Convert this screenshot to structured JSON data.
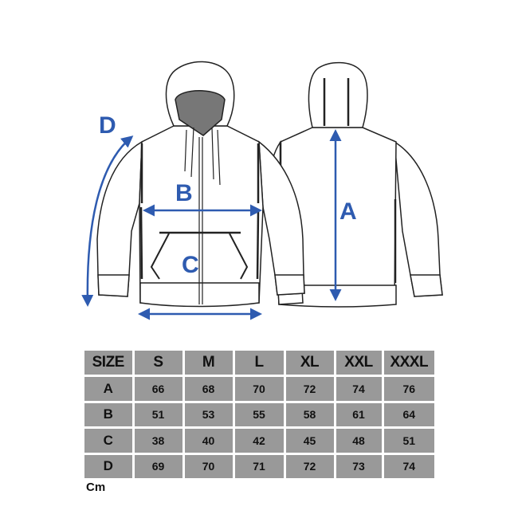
{
  "illustration": {
    "front_view": "hoodie-front",
    "back_view": "hoodie-back",
    "labels": {
      "A": "A",
      "B": "B",
      "C": "C",
      "D": "D"
    },
    "accent_color": "#2e5bb0"
  },
  "size_table": {
    "header": [
      "SIZE",
      "S",
      "M",
      "L",
      "XL",
      "XXL",
      "XXXL"
    ],
    "rows": [
      {
        "label": "A",
        "values": [
          "66",
          "68",
          "70",
          "72",
          "74",
          "76"
        ]
      },
      {
        "label": "B",
        "values": [
          "51",
          "53",
          "55",
          "58",
          "61",
          "64"
        ]
      },
      {
        "label": "C",
        "values": [
          "38",
          "40",
          "42",
          "45",
          "48",
          "51"
        ]
      },
      {
        "label": "D",
        "values": [
          "69",
          "70",
          "71",
          "72",
          "73",
          "74"
        ]
      }
    ],
    "unit": "Cm",
    "background_color": "#999999"
  },
  "chart_data": {
    "type": "table",
    "title": "",
    "columns": [
      "SIZE",
      "S",
      "M",
      "L",
      "XL",
      "XXL",
      "XXXL"
    ],
    "rows": [
      [
        "A",
        66,
        68,
        70,
        72,
        74,
        76
      ],
      [
        "B",
        51,
        53,
        55,
        58,
        61,
        64
      ],
      [
        "C",
        38,
        40,
        42,
        45,
        48,
        51
      ],
      [
        "D",
        69,
        70,
        71,
        72,
        73,
        74
      ]
    ],
    "unit": "Cm"
  }
}
